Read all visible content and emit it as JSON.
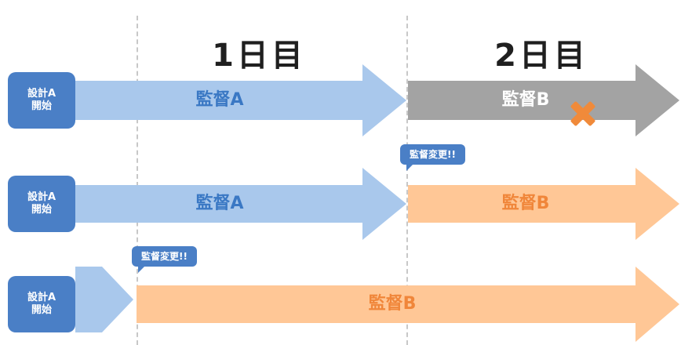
{
  "colors": {
    "blue_arrow": "#a9c8ec",
    "blue_text": "#3a78c4",
    "orange_arrow": "#ffc796",
    "orange_text": "#f0863a",
    "gray_arrow": "#a3a3a3",
    "label_box": "#4a7fc6",
    "x_mark": "#f08a3a"
  },
  "header": {
    "day1": "1日目",
    "day2": "2日目"
  },
  "rows": [
    {
      "label": "設計A\n開始",
      "arrow1": "監督A",
      "arrow2": "監督B"
    },
    {
      "label": "設計A\n開始",
      "arrow1": "監督A",
      "arrow2": "監督B",
      "callout": "監督変更!!"
    },
    {
      "label": "設計A\n開始",
      "arrow2": "監督B",
      "callout": "監督変更!!"
    }
  ],
  "icons": {
    "x_mark": "x-mark-icon"
  }
}
